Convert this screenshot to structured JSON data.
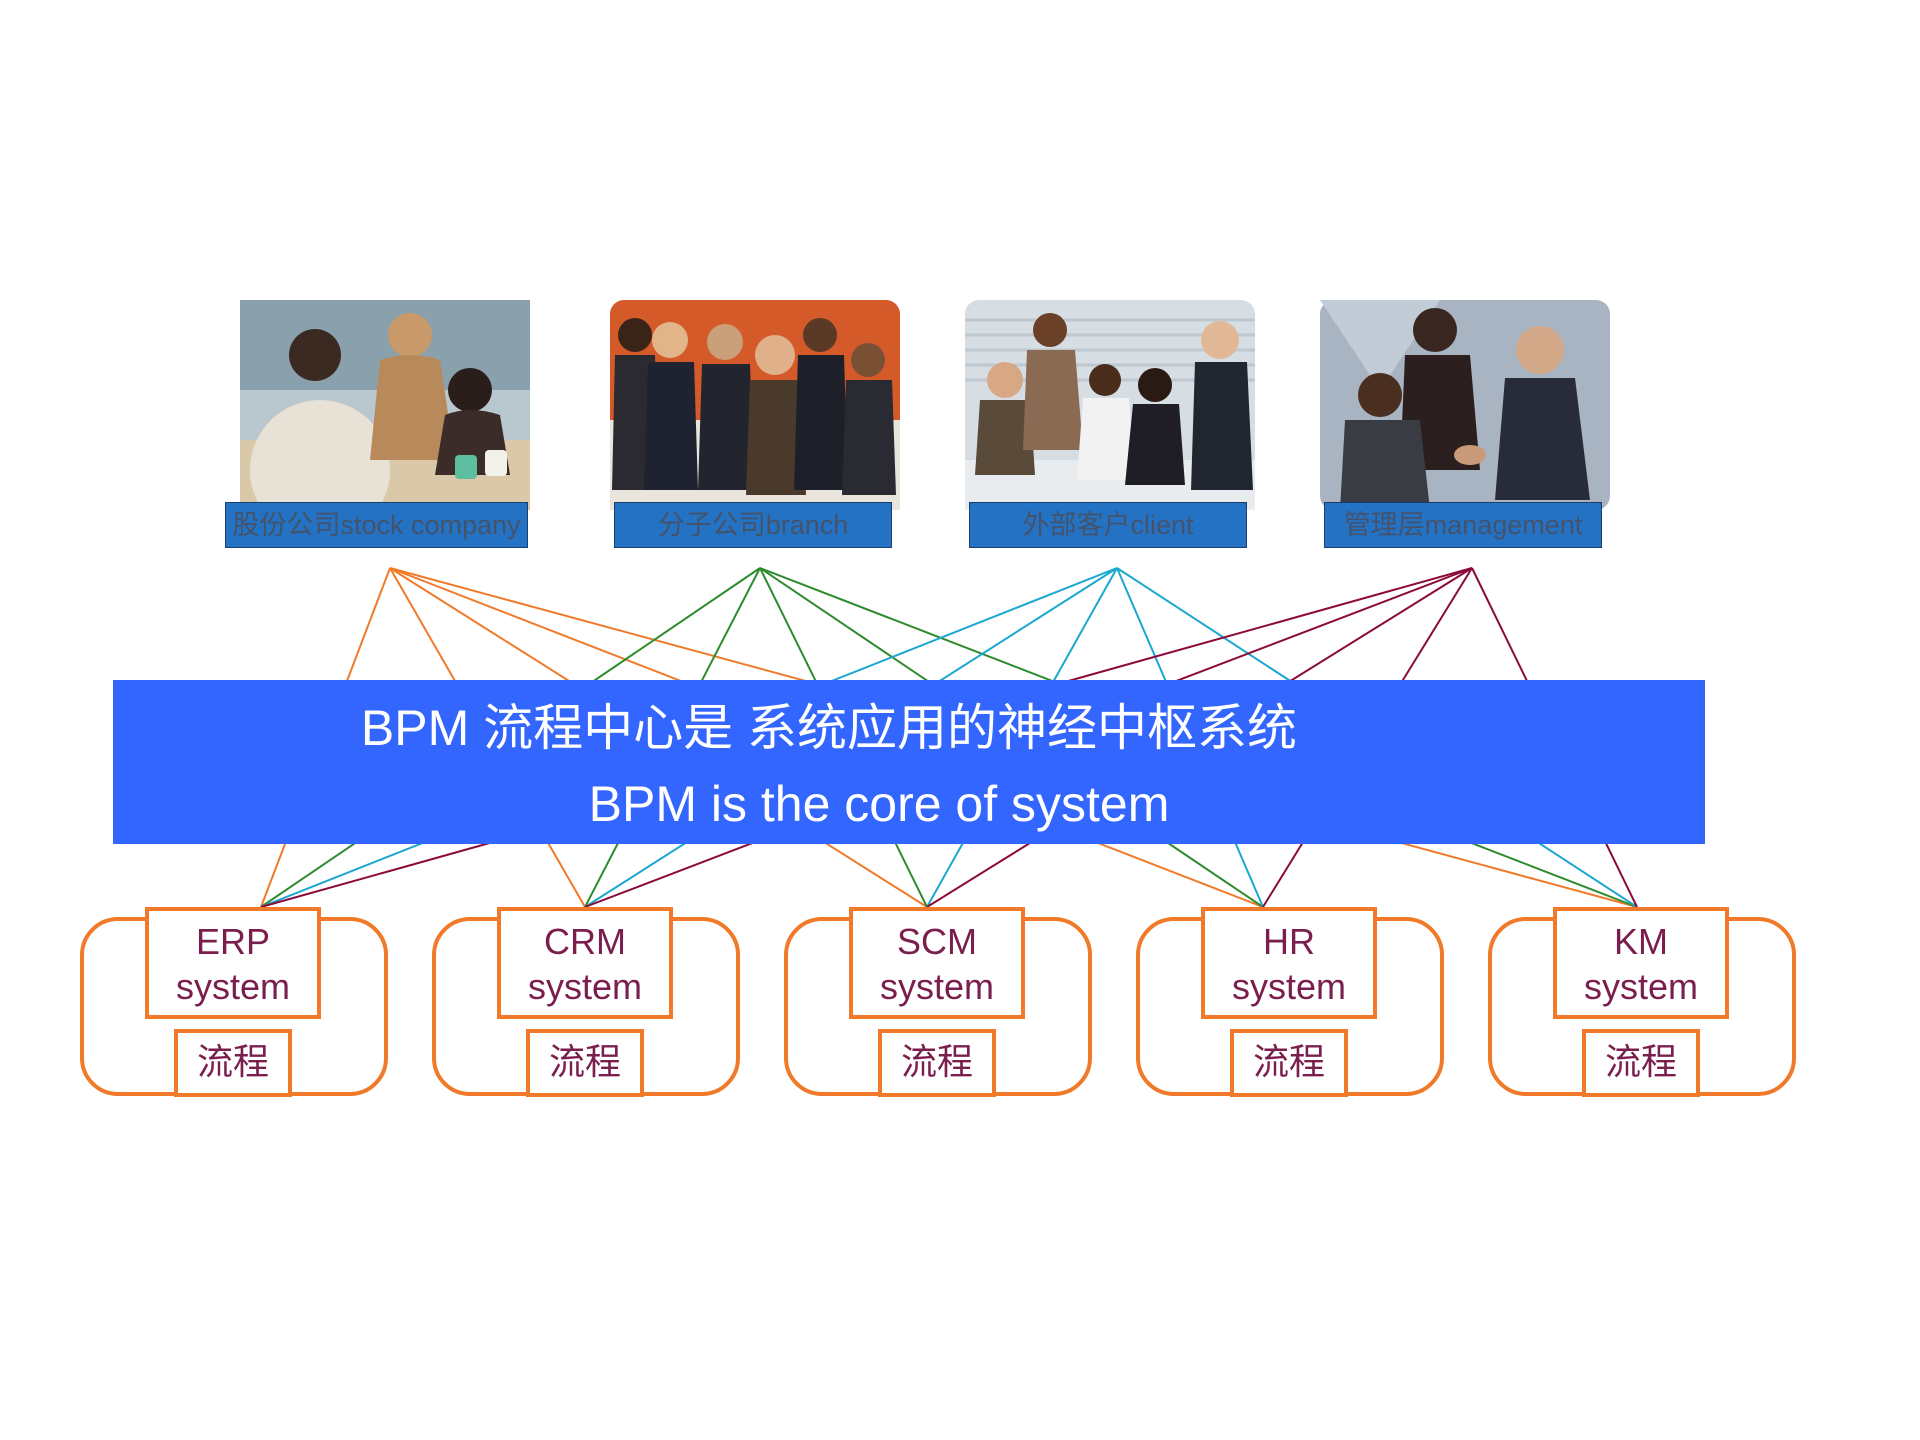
{
  "stakeholders": [
    {
      "label": "股份公司stock company"
    },
    {
      "label": "分子公司branch"
    },
    {
      "label": "外部客户client"
    },
    {
      "label": "管理层management"
    }
  ],
  "banner": {
    "line1": "BPM 流程中心是 系统应用的神经中枢系统",
    "line2": "BPM is the core of system"
  },
  "systems": [
    {
      "name": "ERP",
      "sub": "system",
      "flow": "流程"
    },
    {
      "name": "CRM",
      "sub": "system",
      "flow": "流程"
    },
    {
      "name": "SCM",
      "sub": "system",
      "flow": "流程"
    },
    {
      "name": "HR",
      "sub": "system",
      "flow": "流程"
    },
    {
      "name": "KM",
      "sub": "system",
      "flow": "流程"
    }
  ],
  "colors": {
    "banner": "#3366ff",
    "system_border": "#f07a2a",
    "system_text": "#7a1e4e",
    "tag_fill": "#2472c4",
    "wire_stock": "#f07a2a",
    "wire_branch": "#2e8b2e",
    "wire_client": "#1aa7d0",
    "wire_management": "#8b0a3a"
  },
  "icons": [
    "meeting-photo",
    "team-photo",
    "client-meeting-photo",
    "handshake-photo"
  ]
}
